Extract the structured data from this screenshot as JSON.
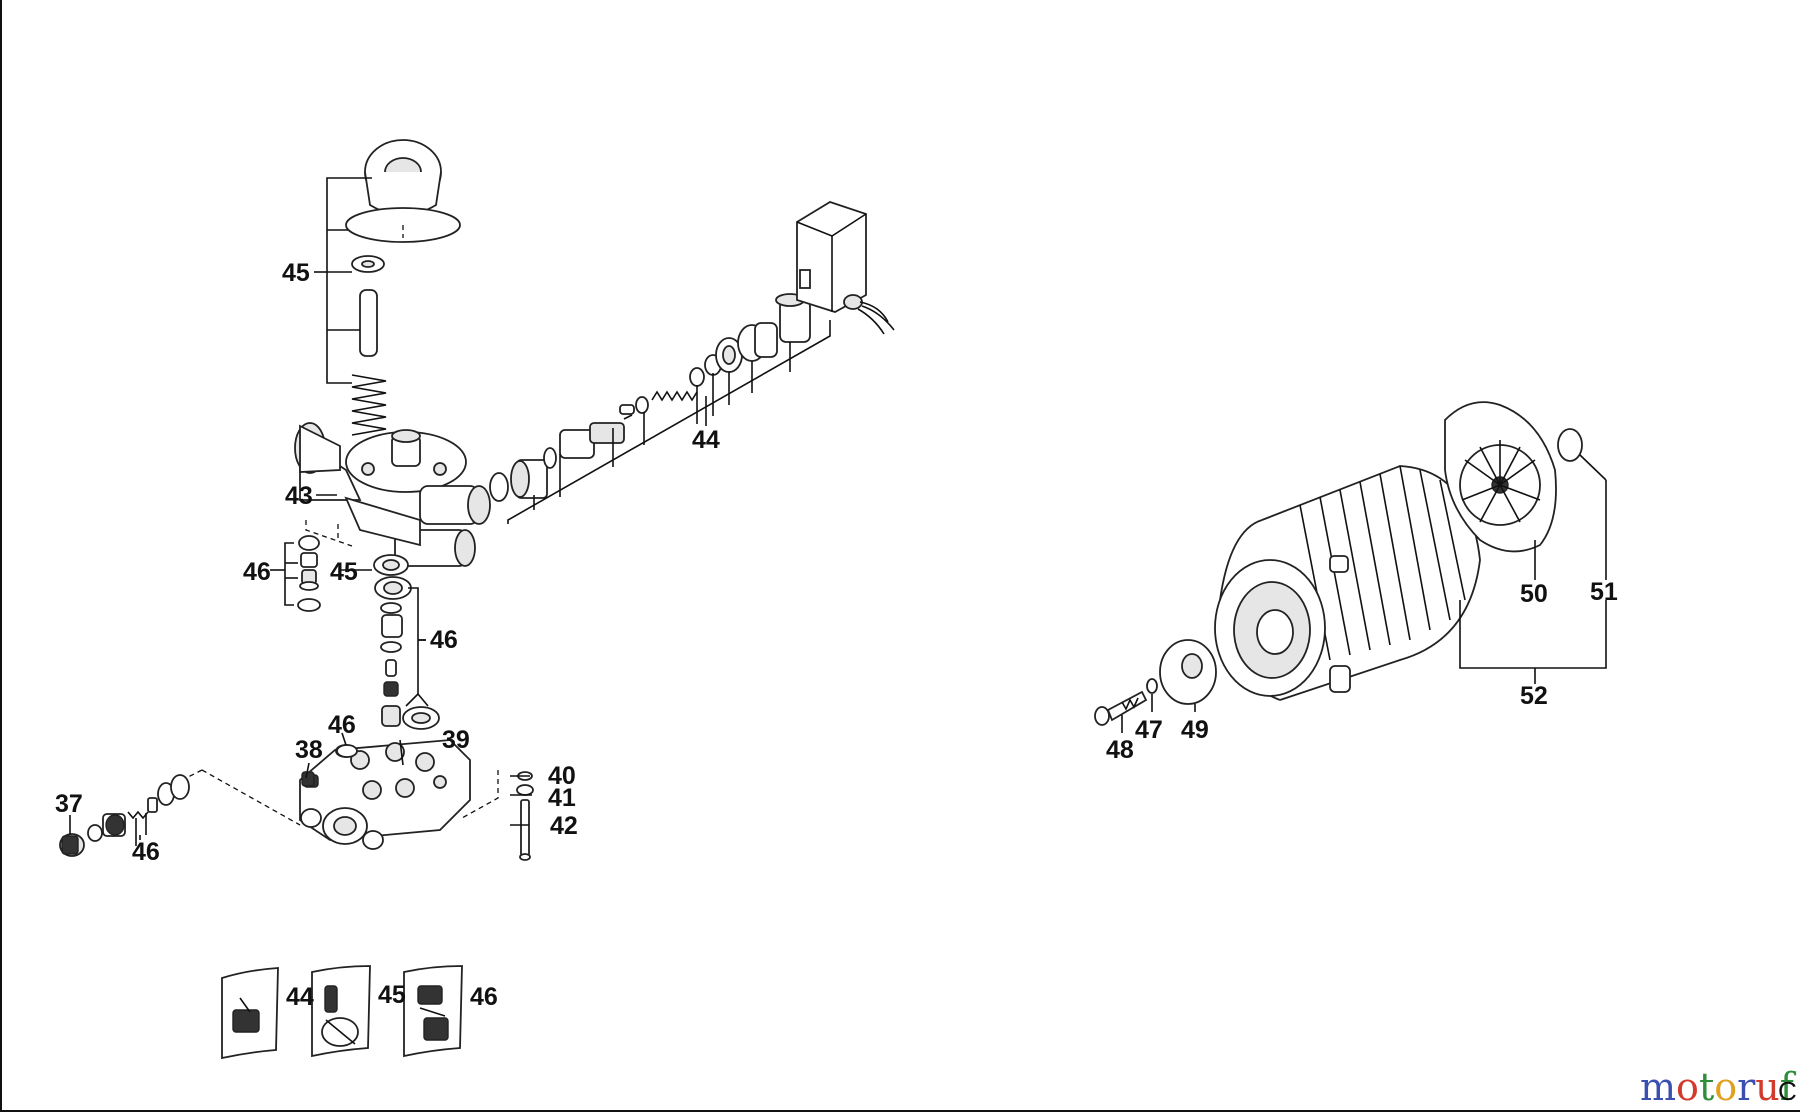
{
  "callouts": {
    "c37": "37",
    "c38": "38",
    "c39": "39",
    "c40": "40",
    "c41": "41",
    "c42": "42",
    "c43": "43",
    "c44_top": "44",
    "c44_kit": "44",
    "c45_top": "45",
    "c45_mid": "45",
    "c45_kit": "45",
    "c46_left": "46",
    "c46_mid": "46",
    "c46_valve": "46",
    "c46_inlet": "46",
    "c46_kit": "46",
    "c47": "47",
    "c48": "48",
    "c49": "49",
    "c50": "50",
    "c51": "51",
    "c52": "52"
  },
  "watermark": {
    "letters": [
      "m",
      "o",
      "t",
      "o",
      "r",
      "u",
      "f"
    ],
    "colors": [
      "#3a4fb0",
      "#d23a2c",
      "#2e8f3a",
      "#e0a020",
      "#3a4fb0",
      "#d23a2c",
      "#2e8f3a"
    ],
    "badge": "C"
  }
}
